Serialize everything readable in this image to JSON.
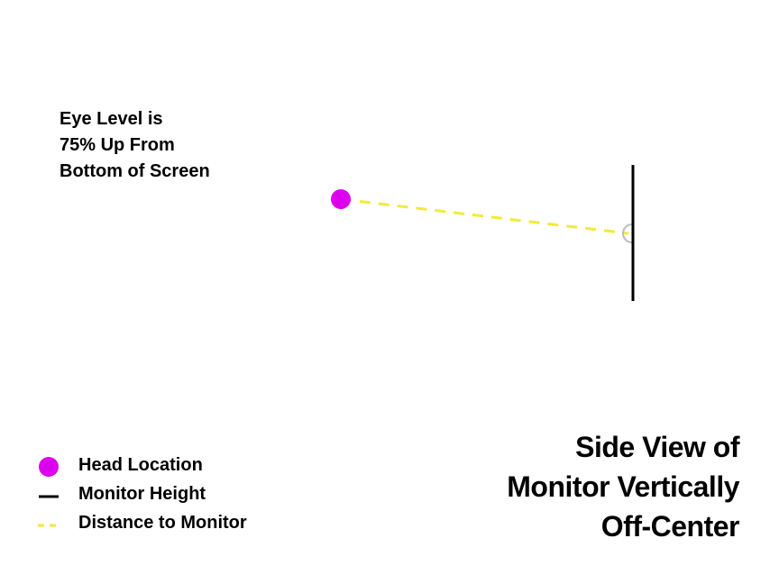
{
  "note": {
    "lines": [
      "Eye Level is",
      "75% Up From",
      "Bottom of Screen"
    ]
  },
  "colors": {
    "head": "#dd00ee",
    "monitor": "#000000",
    "distance": "#f2ea3a",
    "intersection_marker": "#bbbbbb"
  },
  "legend": {
    "items": [
      {
        "label": "Head Location",
        "icon": "head-dot-icon"
      },
      {
        "label": "Monitor Height",
        "icon": "monitor-line-icon"
      },
      {
        "label": "Distance to Monitor",
        "icon": "dashed-line-icon"
      }
    ]
  },
  "title": {
    "lines": [
      "Side View of",
      "Monitor Vertically",
      "Off-Center"
    ]
  }
}
